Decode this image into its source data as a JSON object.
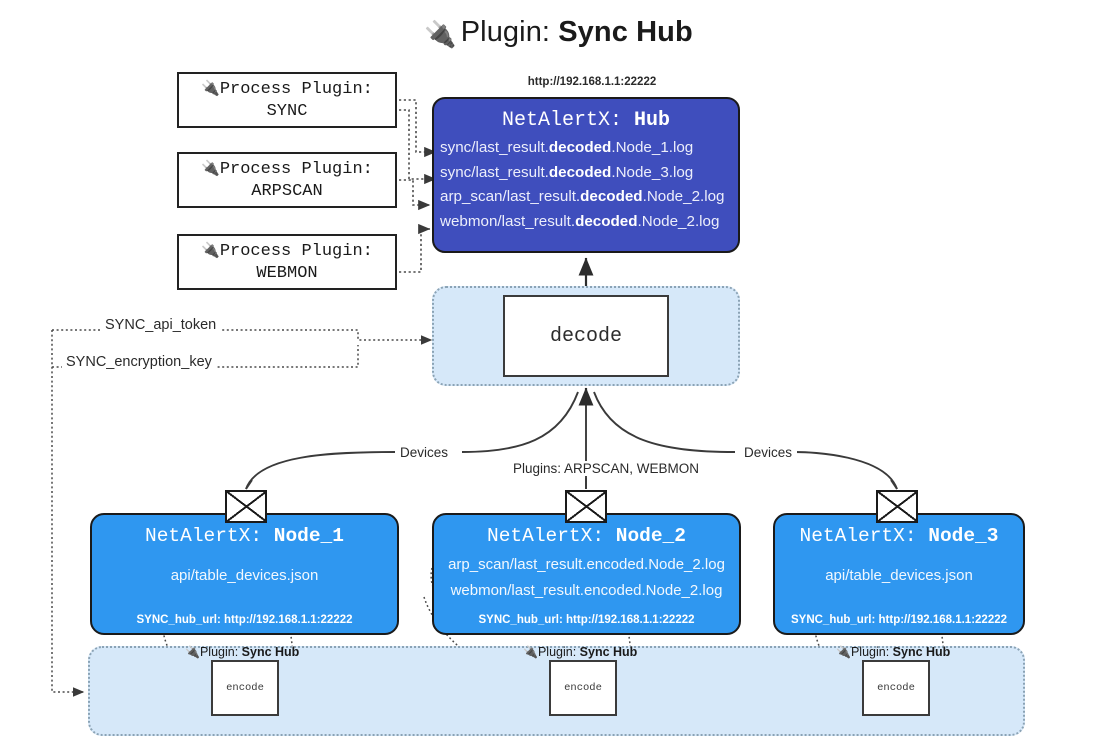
{
  "title": {
    "icon": "plug-icon",
    "prefix": "Plugin: ",
    "name": "Sync Hub"
  },
  "process_plugins": [
    {
      "icon": "plug-icon",
      "line1": "Process Plugin:",
      "line2": "SYNC"
    },
    {
      "icon": "plug-icon",
      "line1": "Process Plugin:",
      "line2": "ARPSCAN"
    },
    {
      "icon": "plug-icon",
      "line1": "Process Plugin:",
      "line2": "WEBMON"
    }
  ],
  "hub": {
    "url": "http://192.168.1.1:22222",
    "title_prefix": "NetAlertX: ",
    "title_name": "Hub",
    "logs": [
      {
        "pre": "sync/last_result.",
        "em": "decoded",
        "post": ".Node_1.log"
      },
      {
        "pre": "sync/last_result.",
        "em": "decoded",
        "post": ".Node_3.log"
      },
      {
        "pre": "arp_scan/last_result.",
        "em": "decoded",
        "post": ".Node_2.log"
      },
      {
        "pre": "webmon/last_result.",
        "em": "decoded",
        "post": ".Node_2.log"
      }
    ]
  },
  "decode": {
    "label": "decode"
  },
  "tokens": {
    "api_token": "SYNC_api_token",
    "encryption_key": "SYNC_encryption_key"
  },
  "mid_labels": {
    "devices_left": "Devices",
    "devices_right": "Devices",
    "plugins": "Plugins: ARPSCAN, WEBMON"
  },
  "nodes": [
    {
      "title_prefix": "NetAlertX: ",
      "title_name": "Node_1",
      "lines": [
        {
          "pre": "api/table_devices.json",
          "em": "",
          "post": ""
        }
      ],
      "footer": "SYNC_hub_url: http://192.168.1.1:22222",
      "envelope": "envelope-icon"
    },
    {
      "title_prefix": "NetAlertX: ",
      "title_name": "Node_2",
      "lines": [
        {
          "pre": "arp_scan/last_result.encoded.Node_2.log",
          "em": "",
          "post": ""
        },
        {
          "pre": "webmon/last_result.encoded.Node_2.log",
          "em": "",
          "post": ""
        }
      ],
      "footer": "SYNC_hub_url: http://192.168.1.1:22222",
      "envelope": "envelope-icon"
    },
    {
      "title_prefix": "NetAlertX: ",
      "title_name": "Node_3",
      "lines": [
        {
          "pre": "api/table_devices.json",
          "em": "",
          "post": ""
        }
      ],
      "footer": "SYNC_hub_url: http://192.168.1.1:22222",
      "envelope": "envelope-icon"
    }
  ],
  "encode_sections": [
    {
      "icon": "plug-icon",
      "label_prefix": "Plugin: ",
      "label_name": "Sync Hub",
      "box": "encode"
    },
    {
      "icon": "plug-icon",
      "label_prefix": "Plugin: ",
      "label_name": "Sync Hub",
      "box": "encode"
    },
    {
      "icon": "plug-icon",
      "label_prefix": "Plugin: ",
      "label_name": "Sync Hub",
      "box": "encode"
    }
  ],
  "colors": {
    "hub_fill": "#3f4ebd",
    "node_fill": "#2f97f0",
    "band_fill": "#d6e8f9",
    "band_border": "#8ba3b5",
    "stroke": "#1a1a1a",
    "background": "#ffffff"
  }
}
